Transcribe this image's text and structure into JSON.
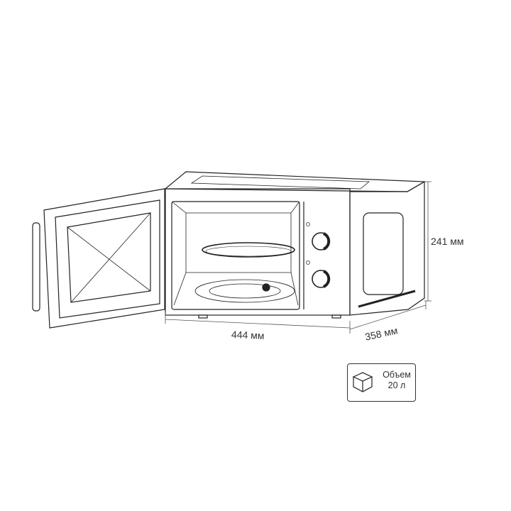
{
  "dimensions": {
    "height": "241 мм",
    "width": "444 мм",
    "depth": "358 мм"
  },
  "volume": {
    "label": "Объем",
    "value": "20 л",
    "icon": "cube-icon"
  },
  "colors": {
    "line": "#222222",
    "background": "#ffffff"
  }
}
